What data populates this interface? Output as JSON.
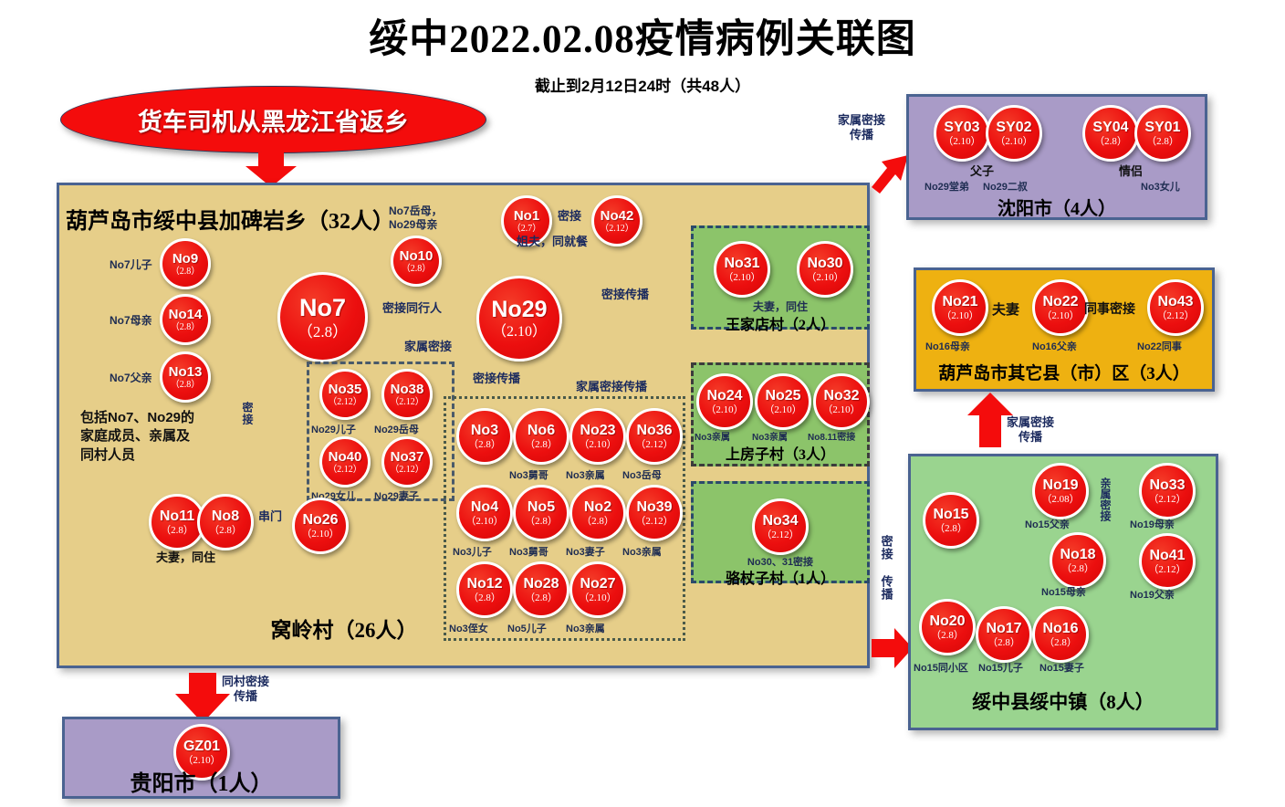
{
  "header": {
    "title": "绥中2022.02.08疫情病例关联图",
    "subtitle": "截止到2月12日24时（共48人）"
  },
  "source": {
    "label": "货车司机从黑龙江省返乡"
  },
  "regions": {
    "jiabeiyan": {
      "title": "葫芦岛市绥中县加碑岩乡（32人）",
      "village_title": "窝岭村（26人）",
      "note": "包括No7、No29的\n家庭成员、亲属及\n同村人员"
    },
    "shenyang": {
      "title": "沈阳市（4人）"
    },
    "other_counties": {
      "title": "葫芦岛市其它县（市）区（3人）"
    },
    "suizhong_town": {
      "title": "绥中县绥中镇（8人）"
    },
    "guiyang": {
      "title": "贵阳市（1人）"
    },
    "wangjiadian": {
      "title": "王家店村（2人）",
      "relation": "夫妻，同住"
    },
    "shangfangzi": {
      "title": "上房子村（3人）"
    },
    "luozhangzi": {
      "title": "骆杖子村（1人）"
    }
  },
  "nodes": {
    "no7": {
      "name": "No7",
      "date": "（2.8）"
    },
    "no29": {
      "name": "No29",
      "date": "（2.10）"
    },
    "no9": {
      "name": "No9",
      "date": "（2.8）",
      "caption": "No7儿子"
    },
    "no14": {
      "name": "No14",
      "date": "（2.8）",
      "caption": "No7母亲"
    },
    "no13": {
      "name": "No13",
      "date": "（2.8）",
      "caption": "No7父亲"
    },
    "no10": {
      "name": "No10",
      "date": "（2.8）",
      "caption": "No7岳母，\nNo29母亲"
    },
    "no1": {
      "name": "No1",
      "date": "（2.7）"
    },
    "no42": {
      "name": "No42",
      "date": "（2.12）"
    },
    "no35": {
      "name": "No35",
      "date": "（2.12）",
      "caption": "No29儿子"
    },
    "no38": {
      "name": "No38",
      "date": "（2.12）",
      "caption": "No29岳母"
    },
    "no40": {
      "name": "No40",
      "date": "（2.12）",
      "caption": "No29女儿"
    },
    "no37": {
      "name": "No37",
      "date": "（2.12）",
      "caption": "No29妻子"
    },
    "no11": {
      "name": "No11",
      "date": "（2.8）"
    },
    "no8": {
      "name": "No8",
      "date": "（2.8）"
    },
    "no26": {
      "name": "No26",
      "date": "（2.10）"
    },
    "no3": {
      "name": "No3",
      "date": "（2.8）",
      "caption": ""
    },
    "no6": {
      "name": "No6",
      "date": "（2.8）",
      "caption": "No3舅哥"
    },
    "no23": {
      "name": "No23",
      "date": "（2.10）",
      "caption": "No3亲属"
    },
    "no36": {
      "name": "No36",
      "date": "（2.12）",
      "caption": "No3岳母"
    },
    "no4": {
      "name": "No4",
      "date": "（2.10）",
      "caption": "No3儿子"
    },
    "no5": {
      "name": "No5",
      "date": "（2.8）",
      "caption": "No3舅哥"
    },
    "no2": {
      "name": "No2",
      "date": "（2.8）",
      "caption": "No3妻子"
    },
    "no39": {
      "name": "No39",
      "date": "（2.12）",
      "caption": "No3亲属"
    },
    "no12": {
      "name": "No12",
      "date": "（2.8）",
      "caption": "No3侄女"
    },
    "no28": {
      "name": "No28",
      "date": "（2.8）",
      "caption": "No5儿子"
    },
    "no27": {
      "name": "No27",
      "date": "（2.10）",
      "caption": "No3亲属"
    },
    "no31": {
      "name": "No31",
      "date": "（2.10）"
    },
    "no30": {
      "name": "No30",
      "date": "（2.10）"
    },
    "no24": {
      "name": "No24",
      "date": "（2.10）",
      "caption": "No3亲属"
    },
    "no25": {
      "name": "No25",
      "date": "（2.10）",
      "caption": "No3亲属"
    },
    "no32": {
      "name": "No32",
      "date": "（2.10）",
      "caption": "No8.11密接"
    },
    "no34": {
      "name": "No34",
      "date": "（2.12）",
      "caption": "No30、31密接"
    },
    "sy03": {
      "name": "SY03",
      "date": "（2.10）",
      "caption": "No29堂弟"
    },
    "sy02": {
      "name": "SY02",
      "date": "（2.10）",
      "caption": "No29二叔"
    },
    "sy04": {
      "name": "SY04",
      "date": "（2.8）",
      "caption": ""
    },
    "sy01": {
      "name": "SY01",
      "date": "（2.8）",
      "caption": "No3女儿"
    },
    "no21": {
      "name": "No21",
      "date": "（2.10）",
      "caption": "No16母亲"
    },
    "no22": {
      "name": "No22",
      "date": "（2.10）",
      "caption": "No16父亲"
    },
    "no43": {
      "name": "No43",
      "date": "（2.12）",
      "caption": "No22同事"
    },
    "no15": {
      "name": "No15",
      "date": "（2.8）"
    },
    "no19": {
      "name": "No19",
      "date": "（2.08）",
      "caption": "No15父亲"
    },
    "no18": {
      "name": "No18",
      "date": "（2.8）",
      "caption": "No15母亲"
    },
    "no33": {
      "name": "No33",
      "date": "（2.12）",
      "caption": "No19母亲"
    },
    "no41": {
      "name": "No41",
      "date": "（2.12）",
      "caption": "No19父亲"
    },
    "no20": {
      "name": "No20",
      "date": "（2.8）",
      "caption": "No15同小区"
    },
    "no17": {
      "name": "No17",
      "date": "（2.8）",
      "caption": "No15儿子"
    },
    "no16": {
      "name": "No16",
      "date": "（2.8）",
      "caption": "No15妻子"
    },
    "gz01": {
      "name": "GZ01",
      "date": "（2.10）"
    }
  },
  "relations": {
    "no1_no42": "密接",
    "no29_no1": "姐夫，同就餐",
    "no7_no29": "密接同行人",
    "no29_no29fam": "家属密接",
    "no7_no11": "密接",
    "no29_no3fam": "密接传播",
    "no29_wangjiadian": "密接传播",
    "no29_shangfang": "家属密接传播",
    "no8_no26": "串门",
    "no11_no8": "夫妻，同住",
    "to_shenyang": "家属密接\n传播",
    "to_suizhong": "密接\n传播",
    "to_other": "家属密接\n传播",
    "to_guiyang": "同村密接\n传播",
    "no21_no22": "夫妻",
    "no22_no43": "同事密接",
    "no19_family": "亲属密接",
    "sy03_sy02": "父子",
    "sy04_sy01": "情侣"
  },
  "colors": {
    "node_red": "#ec0f0f",
    "village_box": "#e6ce89",
    "green_box": "#9ad48f",
    "purple_box": "#a99bc7",
    "orange_box": "#eeb111",
    "arrow_red": "#c0392b",
    "border_blue": "#4a6391"
  }
}
